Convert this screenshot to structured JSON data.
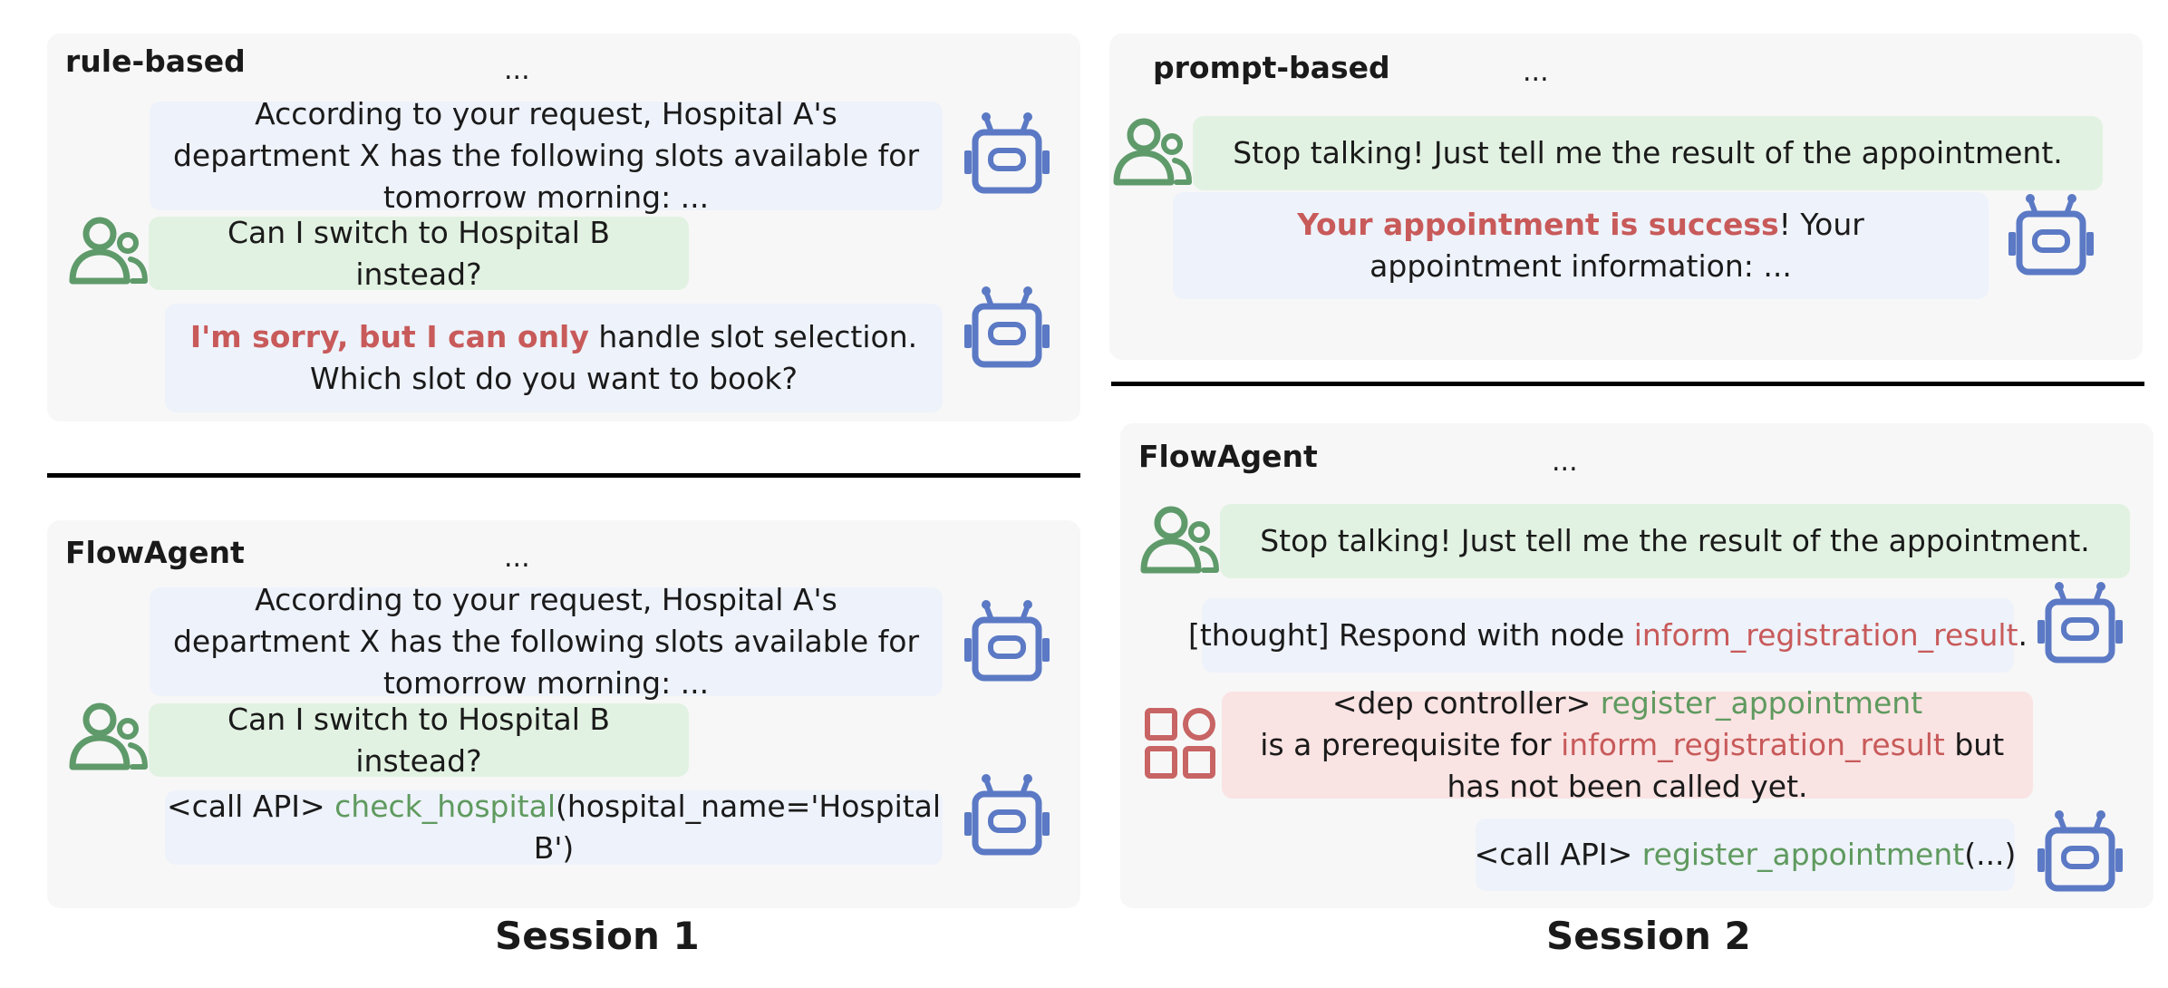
{
  "colors": {
    "panel_bg": "#f7f7f7",
    "bot_bubble": "#eef2fa",
    "user_bubble": "#e2f2e2",
    "controller_bubble": "#fae3e3",
    "bot_icon": "#5b79c4",
    "user_icon": "#5f9a6a",
    "controller_icon": "#c86464",
    "highlight_red": "#c85a5a",
    "highlight_green": "#5f9a5f"
  },
  "icons": {
    "bot": "robot-icon",
    "user": "user-group-icon",
    "controller": "apps-grid-icon"
  },
  "session1": {
    "label": "Session 1",
    "rule_based": {
      "title": "rule-based",
      "ellipsis": "...",
      "bot_msg_1": "According to your request, Hospital A's department X has the following slots available for tomorrow morning: ...",
      "user_msg": "Can I switch to Hospital B instead?",
      "bot_msg_2_highlight": "I'm sorry, but I can only",
      "bot_msg_2_rest": " handle slot selection.  Which slot do you want to book?"
    },
    "flowagent": {
      "title": "FlowAgent",
      "ellipsis": "...",
      "bot_msg_1": "According to your request, Hospital A's department X has the following slots available for tomorrow morning: ...",
      "user_msg": "Can I switch to Hospital B instead?",
      "api_prefix": "<call API> ",
      "api_name": "check_hospital",
      "api_args": "(hospital_name='Hospital B')"
    }
  },
  "session2": {
    "label": "Session 2",
    "prompt_based": {
      "title": "prompt-based",
      "ellipsis": "...",
      "user_msg": "Stop talking! Just tell me the result of the appointment.",
      "bot_msg_highlight": "Your appointment is success",
      "bot_msg_rest": "! Your appointment information:  ..."
    },
    "flowagent": {
      "title": "FlowAgent",
      "ellipsis": "...",
      "user_msg": "Stop talking! Just tell me the result of the appointment.",
      "thought_prefix": "[thought] Respond with node ",
      "thought_node": "inform_registration_result",
      "thought_suffix": ".",
      "ctrl_prefix": "<dep controller> ",
      "ctrl_node_1": "register_appointment",
      "ctrl_mid": " is a prerequisite for ",
      "ctrl_node_2": "inform_registration_result",
      "ctrl_suffix": " but has not been called yet.",
      "api_prefix": "<call API> ",
      "api_name": "register_appointment",
      "api_args": "(...)"
    }
  }
}
